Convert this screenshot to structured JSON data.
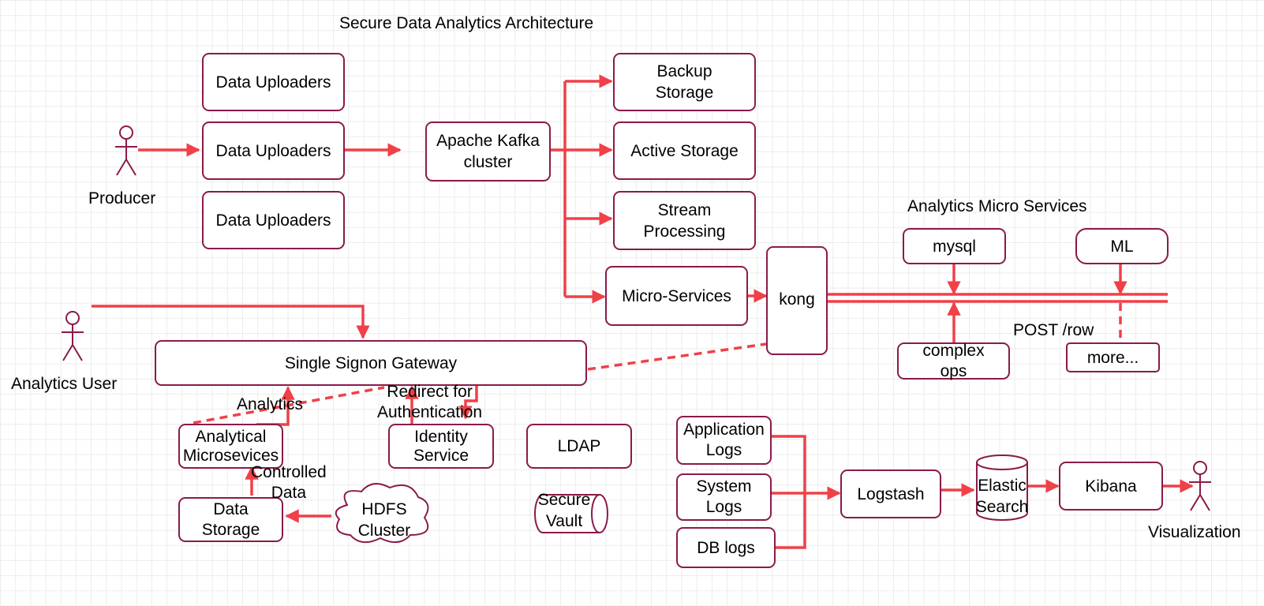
{
  "title": "Secure Data Analytics Architecture",
  "actors": {
    "producer": "Producer",
    "analytics_user": "Analytics User",
    "visualization": "Visualization"
  },
  "nodes": {
    "uploader_1": "Data Uploaders",
    "uploader_2": "Data Uploaders",
    "uploader_3": "Data Uploaders",
    "kafka": [
      "Apache Kafka",
      "cluster"
    ],
    "backup": [
      "Backup",
      "Storage"
    ],
    "active": "Active Storage",
    "stream": [
      "Stream",
      "Processing"
    ],
    "micro": "Micro-Services",
    "kong": "kong",
    "sso": "Single Signon Gateway",
    "analytical": [
      "Analytical",
      "Microsevices"
    ],
    "identity": [
      "Identity",
      "Service"
    ],
    "ldap": "LDAP",
    "data_storage": [
      "Data",
      "Storage"
    ],
    "hdfs": [
      "HDFS",
      "Cluster"
    ],
    "vault": [
      "Secure",
      "Vault"
    ],
    "mysql": "mysql",
    "ml": "ML",
    "complex_ops": [
      "complex",
      "ops"
    ],
    "more": "more...",
    "app_logs": [
      "Application",
      "Logs"
    ],
    "system_logs": [
      "System",
      "Logs"
    ],
    "db_logs": "DB logs",
    "logstash": "Logstash",
    "elastic": [
      "Elastic",
      "Search"
    ],
    "kibana": "Kibana"
  },
  "labels": {
    "analytics_micro_services": "Analytics Micro Services",
    "analytics": "Analytics",
    "redirect": [
      "Redirect for",
      "Authentication"
    ],
    "controlled": [
      "Controlled",
      "Data"
    ],
    "post_row": "POST /row"
  },
  "colors": {
    "arrow": "#f04048",
    "border": "#8b1a4a",
    "grid": "#ececec"
  }
}
